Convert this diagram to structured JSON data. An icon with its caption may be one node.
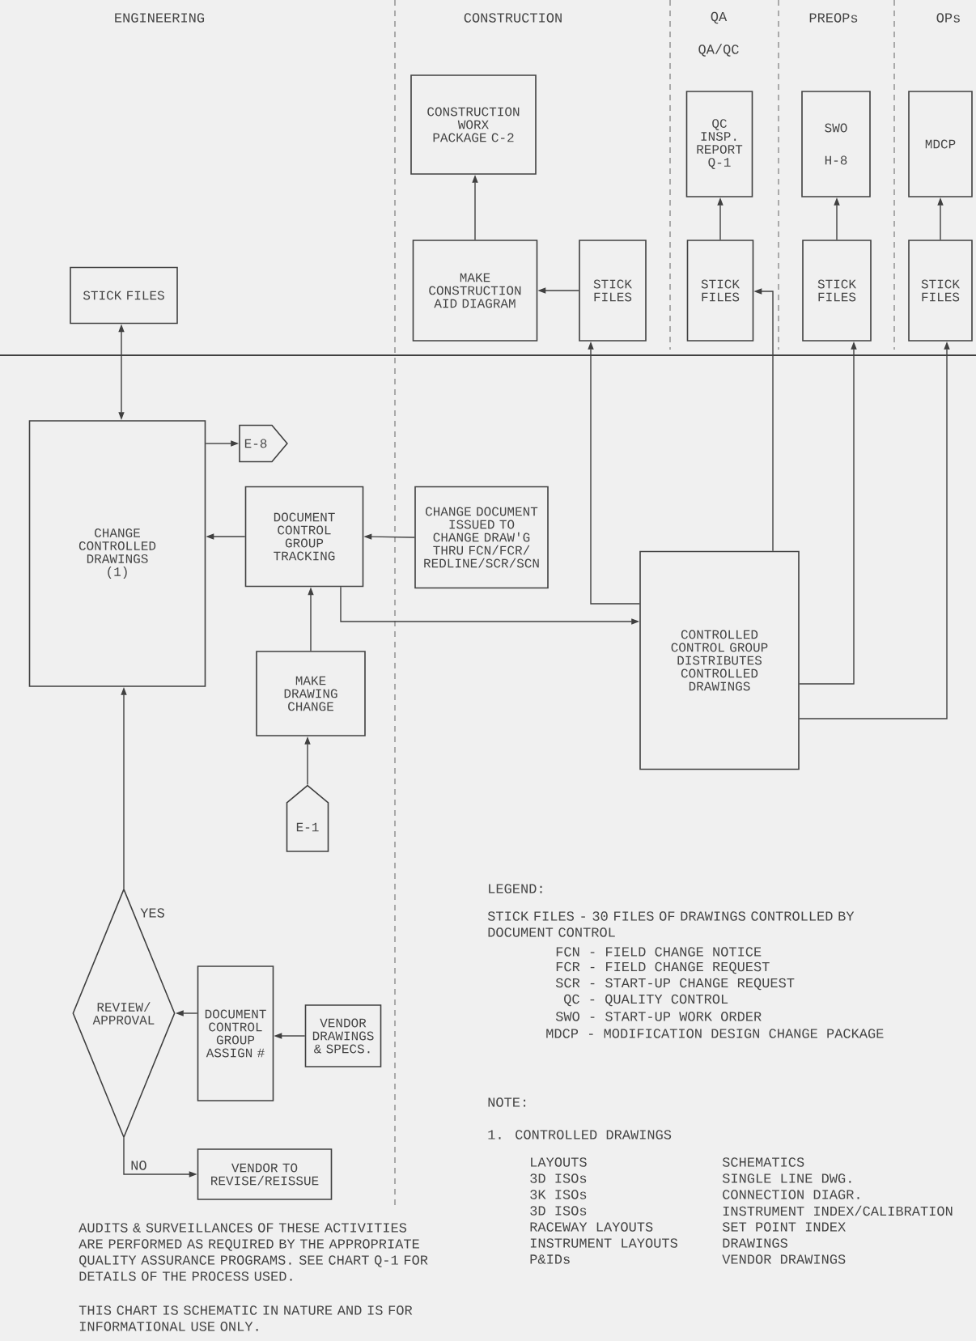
{
  "diagram": {
    "nodes": [
      {
        "text": [
          "STICK FILES"
        ]
      },
      {
        "text": [
          "CONSTRUCTION WORX PACKAGE C-2"
        ]
      },
      {
        "text": [
          "MAKE CONSTRUCTION AID DIAGRAM"
        ]
      },
      {
        "text": [
          "STICK FILES"
        ]
      },
      {
        "text": [
          "QC INSP. REPORT Q-1"
        ]
      },
      {
        "text": [
          "STICK FILES"
        ]
      },
      {
        "text": [
          "SWO",
          "H-8"
        ]
      },
      {
        "text": [
          "STICK FILES"
        ]
      },
      {
        "text": [
          "MDCP"
        ]
      },
      {
        "text": [
          "STICK FILES"
        ]
      },
      {
        "text": [
          "CHANGE CONTROLLED DRAWINGS (1)"
        ]
      },
      {
        "text": [
          "E-8"
        ]
      },
      {
        "text": [
          "DOCUMENT CONTROL GROUP TRACKING"
        ]
      },
      {
        "text": [
          "CHANGE DOCUMENT ISSUED TO CHANGE DRAW'G THRU FCN/FCR/ REDLINE/SCR/SCN"
        ]
      },
      {
        "text": [
          "CONTROLLED CONTROL GROUP DISTRIBUTES CONTROLLED DRAWINGS"
        ]
      },
      {
        "text": [
          "MAKE DRAWING CHANGE"
        ]
      },
      {
        "text": [
          "E-1"
        ]
      },
      {
        "text": [
          "REVIEW/ APPROVAL"
        ]
      },
      {
        "text": [
          "DOCUMENT CONTROL GROUP ASSIGN #"
        ]
      },
      {
        "text": [
          "VENDOR DRAWINGS & SPECS."
        ]
      },
      {
        "text": [
          "VENDOR TO REVISE/REISSUE"
        ]
      }
    ],
    "edges": [
      {
        "from": 0,
        "to": 10,
        "arrow": "both"
      },
      {
        "from": 2,
        "to": 1,
        "arrow": "to"
      },
      {
        "from": 3,
        "to": 2,
        "arrow": "to"
      },
      {
        "from": 5,
        "to": 4,
        "arrow": "to"
      },
      {
        "from": 7,
        "to": 6,
        "arrow": "to"
      },
      {
        "from": 9,
        "to": 8,
        "arrow": "to"
      },
      {
        "from": 14,
        "to": 3,
        "arrow": "to"
      },
      {
        "from": 14,
        "to": 5,
        "arrow": "to"
      },
      {
        "from": 14,
        "to": 7,
        "arrow": "to"
      },
      {
        "from": 14,
        "to": 9,
        "arrow": "to"
      },
      {
        "from": 10,
        "to": 11,
        "arrow": "to"
      },
      {
        "from": 12,
        "to": 10,
        "arrow": "to"
      },
      {
        "from": 13,
        "to": 12,
        "arrow": "to"
      },
      {
        "from": 12,
        "to": 14,
        "arrow": "to"
      },
      {
        "from": 15,
        "to": 12,
        "arrow": "to"
      },
      {
        "from": 16,
        "to": 15,
        "arrow": "to"
      },
      {
        "from": 17,
        "to": 10,
        "arrow": "to",
        "label": "YES"
      },
      {
        "from": 18,
        "to": 17,
        "arrow": "to"
      },
      {
        "from": 19,
        "to": 18,
        "arrow": "to"
      },
      {
        "from": 17,
        "to": 20,
        "arrow": "to",
        "label": "NO"
      }
    ],
    "labels": [
      "ENGINEERING",
      "CONSTRUCTION",
      "QA",
      "PREOPs",
      "OPs",
      "QA/QC",
      "LEGEND:",
      "STICK FILES - 30 FILES OF DRAWINGS CONTROLLED BY DOCUMENT CONTROL",
      "FCN - FIELD CHANGE NOTICE",
      "FCR - FIELD CHANGE REQUEST",
      "SCR - START-UP CHANGE REQUEST",
      "QC - QUALITY CONTROL",
      "SWO - START-UP WORK ORDER",
      "MDCP - MODIFICATION DESIGN CHANGE PACKAGE",
      "NOTE:",
      "1. CONTROLLED DRAWINGS",
      "LAYOUTS",
      "SCHEMATICS",
      "3D ISOs",
      "SINGLE LINE DWG.",
      "3K ISOs",
      "CONNECTION DIAGR.",
      "3D ISOs",
      "INSTRUMENT INDEX/CALIBRATION",
      "RACEWAY LAYOUTS",
      "SET POINT INDEX",
      "INSTRUMENT LAYOUTS",
      "DRAWINGS",
      "P&IDs",
      "VENDOR DRAWINGS",
      "AUDITS & SURVEILLANCES OF THESE ACTIVITIES ARE PERFORMED AS REQUIRED BY THE APPROPRIATE QUALITY ASSURANCE PROGRAMS. SEE CHART Q-1 FOR DETAILS OF THE PROCESS USED.",
      "THIS CHART IS SCHEMATIC IN NATURE AND IS FOR INFORMATIONAL USE ONLY."
    ]
  }
}
